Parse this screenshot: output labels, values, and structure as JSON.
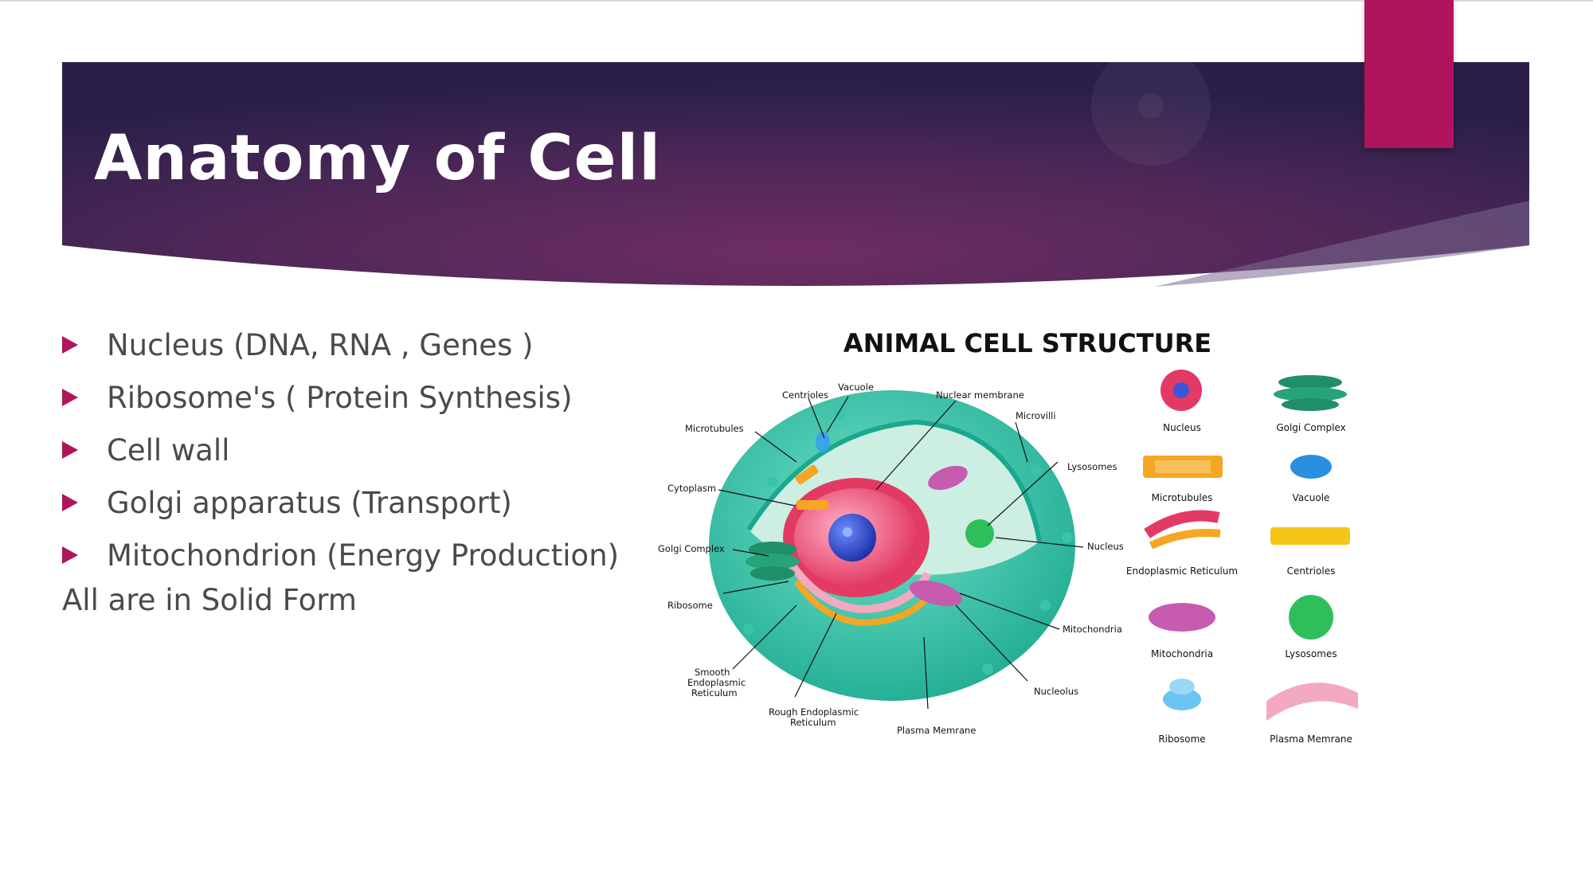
{
  "slide": {
    "title": "Anatomy of Cell",
    "bullets": [
      "Nucleus (DNA, RNA , Genes )",
      "Ribosome's ( Protein Synthesis)",
      "Cell wall",
      "Golgi apparatus (Transport)",
      "Mitochondrion (Energy Production)"
    ],
    "plain_line": "All are in Solid Form",
    "colors": {
      "banner_dark": "#2b1f4a",
      "banner_mid": "#6e2d63",
      "accent": "#b0145d",
      "text": "#4a4a4a"
    }
  },
  "figure": {
    "title": "ANIMAL CELL STRUCTURE",
    "labels": {
      "centrioles": "Centrioles",
      "vacuole": "Vacuole",
      "nuclear_membrane": "Nuclear membrane",
      "microvilli": "Microvilli",
      "microtubules": "Microtubules",
      "lysosomes": "Lysosomes",
      "cytoplasm": "Cytoplasm",
      "golgi_complex": "Golgi Complex",
      "nucleus": "Nucleus",
      "ribosome": "Ribosome",
      "mitochondria": "Mitochondria",
      "smooth_er_1": "Smooth",
      "smooth_er_2": "Endoplasmic",
      "smooth_er_3": "Reticulum",
      "nucleolus": "Nucleolus",
      "rough_er_1": "Rough Endoplasmic",
      "rough_er_2": "Reticulum",
      "plasma_membrane": "Plasma Memrane"
    },
    "legend": [
      "Nucleus",
      "Golgi Complex",
      "Microtubules",
      "Vacuole",
      "Endoplasmic Reticulum",
      "Centrioles",
      "Mitochondria",
      "Lysosomes",
      "Ribosome",
      "Plasma Memrane"
    ]
  }
}
